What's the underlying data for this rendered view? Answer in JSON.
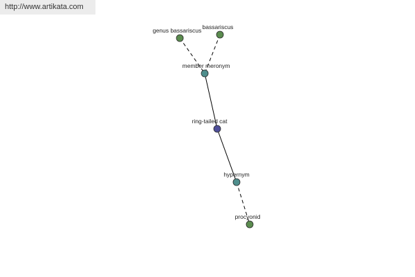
{
  "watermark": "http://www.artikata.com",
  "nodes": {
    "genus_bassariscus": {
      "label": "genus bassariscus",
      "color": "#5b8c4f"
    },
    "bassariscus": {
      "label": "bassariscus",
      "color": "#5b8c4f"
    },
    "member_meronym": {
      "label": "member meronym",
      "color": "#4f8e8c"
    },
    "ring_tailed_cat": {
      "label": "ring-tailed cat",
      "color": "#4f4f9a"
    },
    "hypernym": {
      "label": "hypernym",
      "color": "#4f8e8c"
    },
    "procyonid": {
      "label": "procyonid",
      "color": "#5b8c4f"
    }
  },
  "edges": [
    {
      "from": "genus_bassariscus",
      "to": "member_meronym",
      "style": "dashed"
    },
    {
      "from": "bassariscus",
      "to": "member_meronym",
      "style": "dashed"
    },
    {
      "from": "member_meronym",
      "to": "ring_tailed_cat",
      "style": "solid"
    },
    {
      "from": "ring_tailed_cat",
      "to": "hypernym",
      "style": "solid"
    },
    {
      "from": "hypernym",
      "to": "procyonid",
      "style": "dashed"
    }
  ]
}
